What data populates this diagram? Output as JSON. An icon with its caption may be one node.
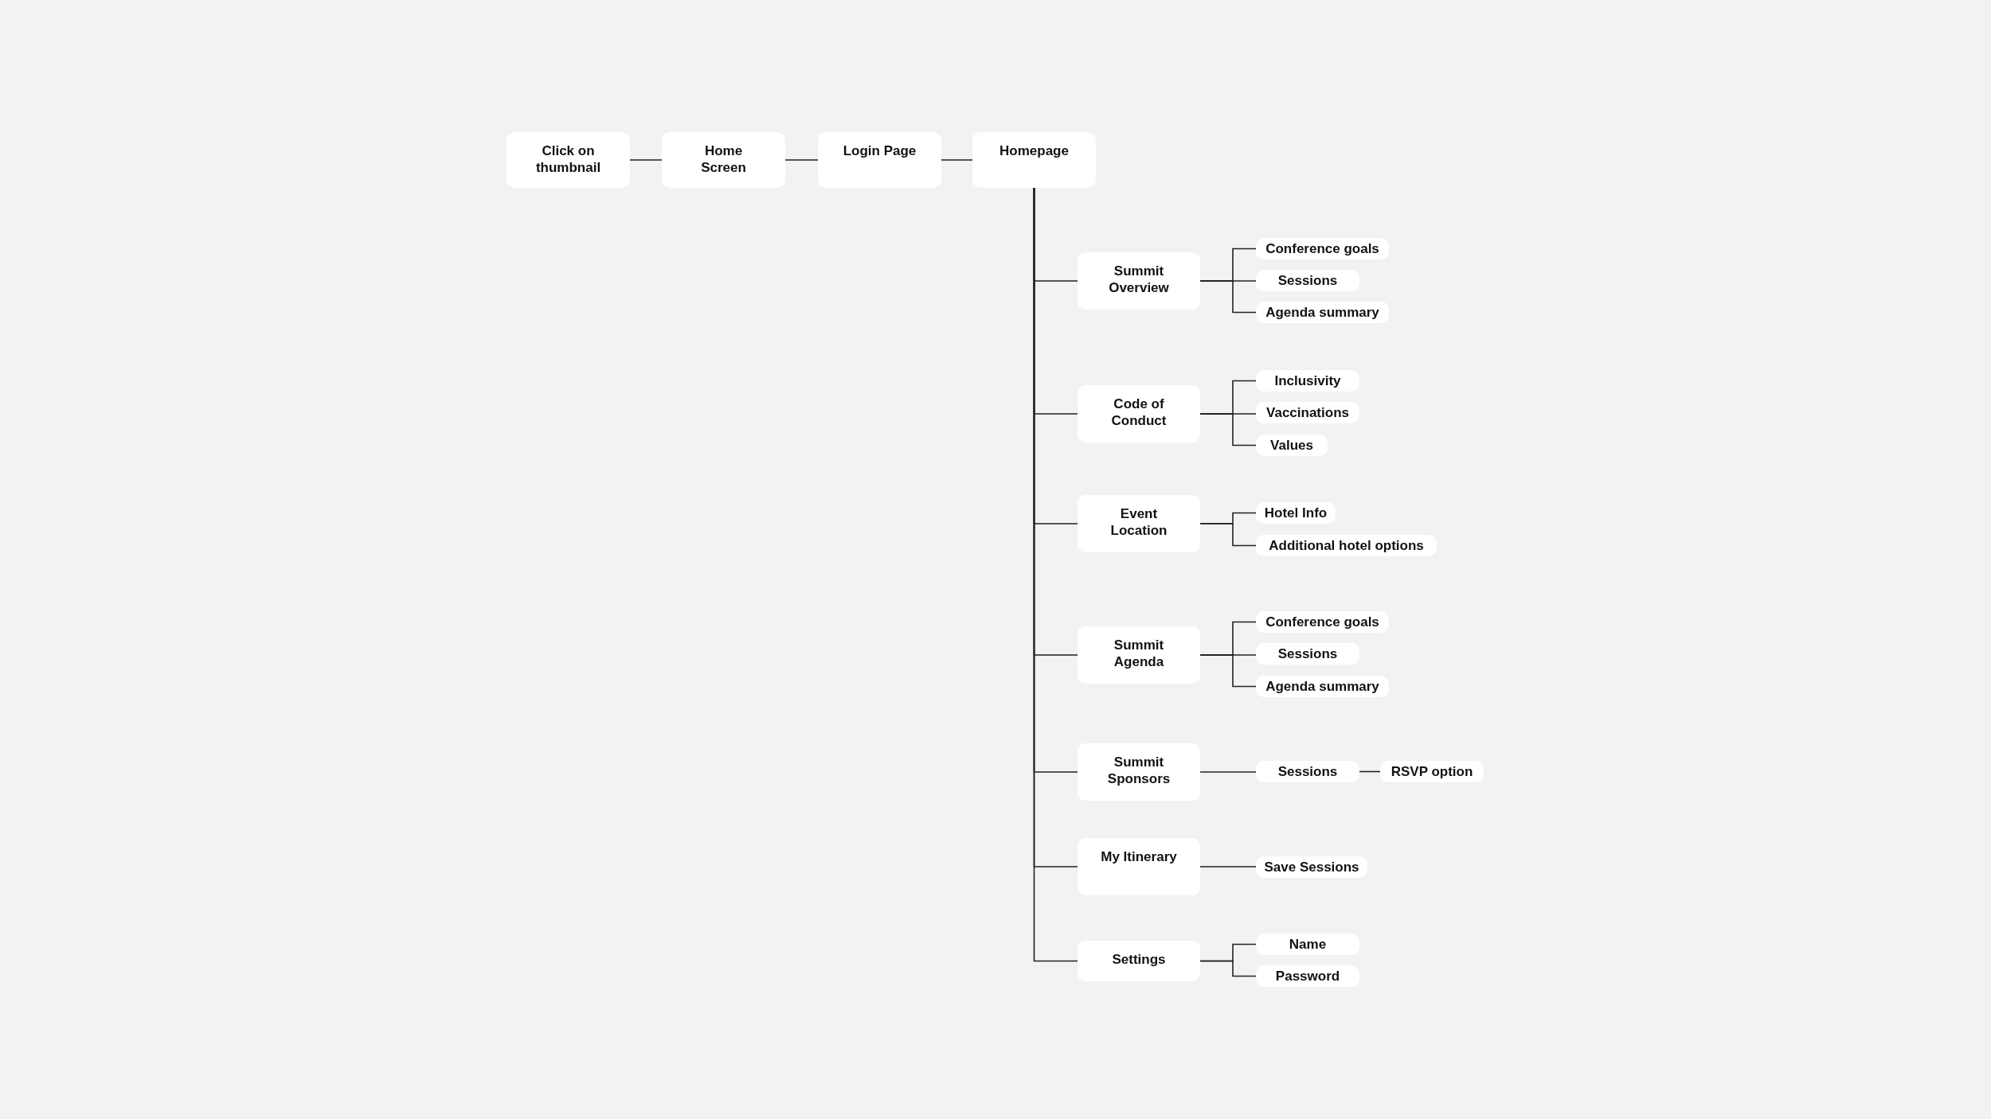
{
  "diagram": {
    "nodes": [
      {
        "text": [
          "Click on thumbnail"
        ]
      },
      {
        "text": [
          "Home Screen"
        ]
      },
      {
        "text": [
          "Login Page"
        ]
      },
      {
        "text": [
          "Homepage"
        ]
      },
      {
        "text": [
          "Summit Overview"
        ]
      },
      {
        "text": [
          "Conference goals"
        ]
      },
      {
        "text": [
          "Sessions"
        ]
      },
      {
        "text": [
          "Agenda summary"
        ]
      },
      {
        "text": [
          "Code of Conduct"
        ]
      },
      {
        "text": [
          "Inclusivity"
        ]
      },
      {
        "text": [
          "Vaccinations"
        ]
      },
      {
        "text": [
          "Values"
        ]
      },
      {
        "text": [
          "Event Location"
        ]
      },
      {
        "text": [
          "Hotel Info"
        ]
      },
      {
        "text": [
          "Additional hotel options"
        ]
      },
      {
        "text": [
          "Summit Agenda"
        ]
      },
      {
        "text": [
          "Conference goals"
        ]
      },
      {
        "text": [
          "Sessions"
        ]
      },
      {
        "text": [
          "Agenda summary"
        ]
      },
      {
        "text": [
          "Summit Sponsors"
        ]
      },
      {
        "text": [
          "Sessions"
        ]
      },
      {
        "text": [
          "RSVP option"
        ]
      },
      {
        "text": [
          "My Itinerary"
        ]
      },
      {
        "text": [
          "Save Sessions"
        ]
      },
      {
        "text": [
          "Settings"
        ]
      },
      {
        "text": [
          "Name"
        ]
      },
      {
        "text": [
          "Password"
        ]
      }
    ],
    "edges": [
      {
        "from": 0,
        "to": 1,
        "arrow": "none"
      },
      {
        "from": 1,
        "to": 2,
        "arrow": "none"
      },
      {
        "from": 2,
        "to": 3,
        "arrow": "none"
      },
      {
        "from": 3,
        "to": 4,
        "arrow": "none"
      },
      {
        "from": 3,
        "to": 8,
        "arrow": "none"
      },
      {
        "from": 3,
        "to": 12,
        "arrow": "none"
      },
      {
        "from": 3,
        "to": 15,
        "arrow": "none"
      },
      {
        "from": 3,
        "to": 19,
        "arrow": "none"
      },
      {
        "from": 3,
        "to": 22,
        "arrow": "none"
      },
      {
        "from": 3,
        "to": 24,
        "arrow": "none"
      },
      {
        "from": 4,
        "to": 5,
        "arrow": "none"
      },
      {
        "from": 4,
        "to": 6,
        "arrow": "none"
      },
      {
        "from": 4,
        "to": 7,
        "arrow": "none"
      },
      {
        "from": 8,
        "to": 9,
        "arrow": "none"
      },
      {
        "from": 8,
        "to": 10,
        "arrow": "none"
      },
      {
        "from": 8,
        "to": 11,
        "arrow": "none"
      },
      {
        "from": 12,
        "to": 13,
        "arrow": "none"
      },
      {
        "from": 12,
        "to": 14,
        "arrow": "none"
      },
      {
        "from": 15,
        "to": 16,
        "arrow": "none"
      },
      {
        "from": 15,
        "to": 17,
        "arrow": "none"
      },
      {
        "from": 15,
        "to": 18,
        "arrow": "none"
      },
      {
        "from": 19,
        "to": 20,
        "arrow": "none"
      },
      {
        "from": 20,
        "to": 21,
        "arrow": "none"
      },
      {
        "from": 22,
        "to": 23,
        "arrow": "none"
      },
      {
        "from": 24,
        "to": 25,
        "arrow": "none"
      },
      {
        "from": 24,
        "to": 26,
        "arrow": "none"
      }
    ]
  }
}
